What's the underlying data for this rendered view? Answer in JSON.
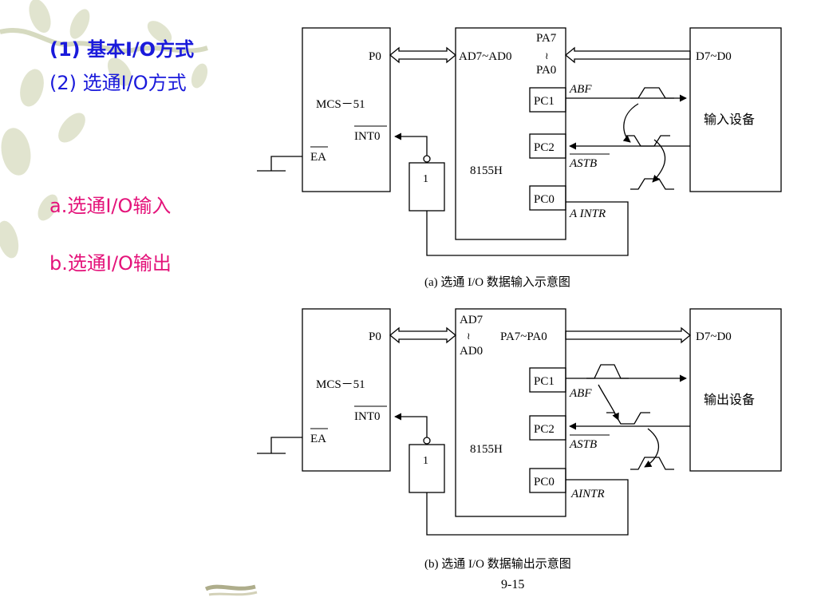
{
  "left_panel": {
    "heading1": "(1) 基本I/O方式",
    "heading2": "(2) 选通I/O方式",
    "option_a": "a.选通I/O输入",
    "option_b": "b.选通I/O输出",
    "accent_blue": "#1a1adb",
    "accent_pink": "#e4137a"
  },
  "diagram_a": {
    "mcu_port": "P0",
    "mcu_name": "MCS－51",
    "mcu_int": "INT0",
    "mcu_ea": "EA",
    "inverter": "1",
    "chip_bus": "AD7~AD0",
    "port_a_top": "PA7",
    "port_a_tilde": "≀",
    "port_a_bottom": "PA0",
    "chip_name": "8155H",
    "pc1": "PC1",
    "pc2": "PC2",
    "pc0": "PC0",
    "abf": "ABF",
    "astb": "ASTB",
    "aintr": "A INTR",
    "dev_bus": "D7~D0",
    "device": "输入设备",
    "caption": "(a) 选通 I/O 数据输入示意图"
  },
  "diagram_b": {
    "mcu_port": "P0",
    "mcu_name": "MCS－51",
    "mcu_int": "INT0",
    "mcu_ea": "EA",
    "inverter": "1",
    "chip_bus_top": "AD7",
    "chip_bus_tilde": "≀",
    "chip_bus_bottom": "AD0",
    "port_a": "PA7~PA0",
    "chip_name": "8155H",
    "pc1": "PC1",
    "pc2": "PC2",
    "pc0": "PC0",
    "abf": "ABF",
    "astb": "ASTB",
    "aintr": "AINTR",
    "dev_bus": "D7~D0",
    "device": "输出设备",
    "caption": "(b) 选通 I/O 数据输出示意图"
  },
  "page_number": "9-15"
}
